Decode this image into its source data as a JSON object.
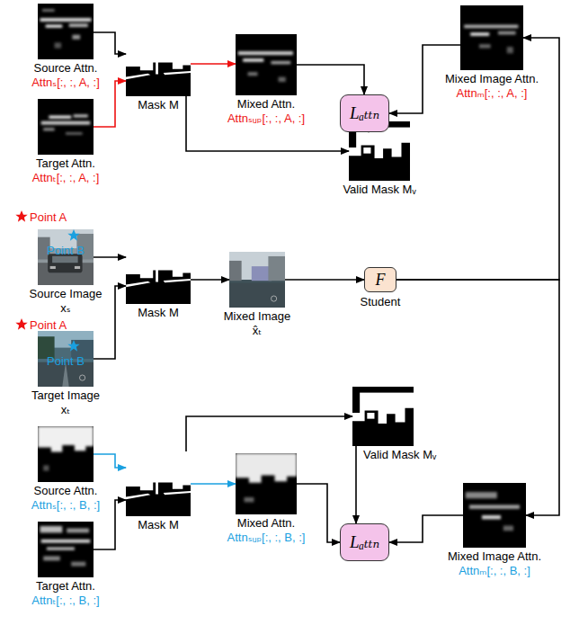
{
  "diagram": {
    "nodes": [
      {
        "text": [
          "Source Attn.",
          "Attnₛ[:, :, A, :]"
        ]
      },
      {
        "text": [
          "Target Attn.",
          "Attnₜ[:, :, A, :]"
        ]
      },
      {
        "text": [
          "Mask M"
        ]
      },
      {
        "text": [
          "Mixed Attn.",
          "Attnₛᵤₚ[:, :, A, :]"
        ]
      },
      {
        "text": [
          "Lₐₜₜₙ"
        ]
      },
      {
        "text": [
          "Mixed Image Attn.",
          "Attnₘ[:, :, A, :]"
        ]
      },
      {
        "text": [
          "Valid Mask Mᵥ"
        ]
      },
      {
        "text": [
          "Source Image",
          "xₛ"
        ]
      },
      {
        "text": [
          "Target Image",
          "xₜ"
        ]
      },
      {
        "text": [
          "Mask M"
        ]
      },
      {
        "text": [
          "Mixed Image",
          "x̂ₜ"
        ]
      },
      {
        "text": [
          "F",
          "Student"
        ]
      },
      {
        "text": [
          "Source Attn.",
          "Attnₛ[:, :, B, :]"
        ]
      },
      {
        "text": [
          "Target Attn.",
          "Attnₜ[:, :, B, :]"
        ]
      },
      {
        "text": [
          "Mask M"
        ]
      },
      {
        "text": [
          "Mixed Attn.",
          "Attnₛᵤₚ[:, :, B, :]"
        ]
      },
      {
        "text": [
          "Valid Mask Mᵥ"
        ]
      },
      {
        "text": [
          "Lₐₜₜₙ"
        ]
      },
      {
        "text": [
          "Mixed Image Attn.",
          "Attnₘ[:, :, B, :]"
        ]
      }
    ],
    "edges": [
      {
        "from": 0,
        "to": 2,
        "arrow": "to"
      },
      {
        "from": 1,
        "to": 2,
        "arrow": "to"
      },
      {
        "from": 2,
        "to": 3,
        "arrow": "to"
      },
      {
        "from": 3,
        "to": 4,
        "arrow": "to"
      },
      {
        "from": 5,
        "to": 4,
        "arrow": "to"
      },
      {
        "from": 6,
        "to": 4,
        "arrow": "to"
      },
      {
        "from": 2,
        "to": 6,
        "arrow": "to"
      },
      {
        "from": 7,
        "to": 9,
        "arrow": "to"
      },
      {
        "from": 8,
        "to": 9,
        "arrow": "to"
      },
      {
        "from": 9,
        "to": 10,
        "arrow": "to"
      },
      {
        "from": 10,
        "to": 11,
        "arrow": "to"
      },
      {
        "from": 11,
        "to": 5,
        "arrow": "to"
      },
      {
        "from": 11,
        "to": 18,
        "arrow": "to"
      },
      {
        "from": 12,
        "to": 14,
        "arrow": "to"
      },
      {
        "from": 13,
        "to": 14,
        "arrow": "to"
      },
      {
        "from": 14,
        "to": 15,
        "arrow": "to"
      },
      {
        "from": 15,
        "to": 17,
        "arrow": "to"
      },
      {
        "from": 18,
        "to": 17,
        "arrow": "to"
      },
      {
        "from": 16,
        "to": 17,
        "arrow": "to"
      },
      {
        "from": 14,
        "to": 16,
        "arrow": "to"
      }
    ],
    "labels": [
      "Point A",
      "Point B",
      "Point A",
      "Point B"
    ]
  }
}
